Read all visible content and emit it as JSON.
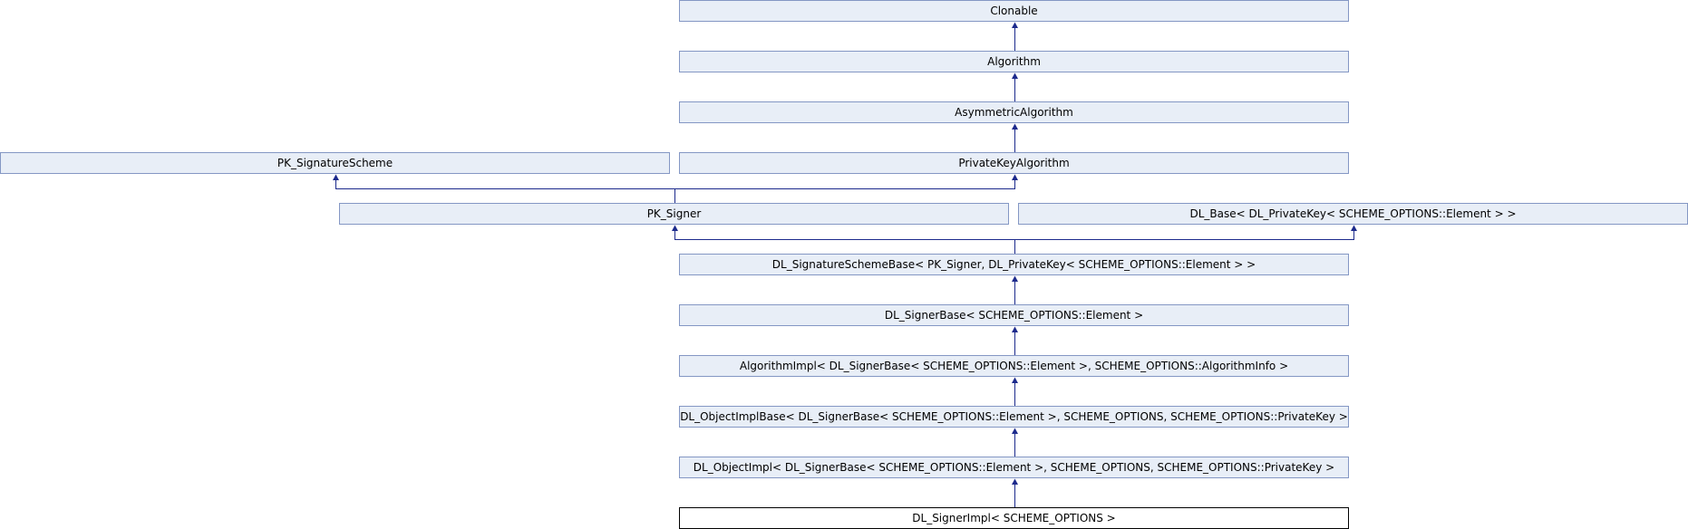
{
  "colors": {
    "node_fill": "#e8eef7",
    "node_border": "#8497c4",
    "edge": "#1c2a8c",
    "current_border": "#000000"
  },
  "nodes": {
    "clonable": {
      "label": "Clonable"
    },
    "algorithm": {
      "label": "Algorithm"
    },
    "asymmetric": {
      "label": "AsymmetricAlgorithm"
    },
    "pk_sigscheme": {
      "label": "PK_SignatureScheme"
    },
    "privkeyalg": {
      "label": "PrivateKeyAlgorithm"
    },
    "pk_signer": {
      "label": "PK_Signer"
    },
    "dl_base": {
      "label": "DL_Base< DL_PrivateKey< SCHEME_OPTIONS::Element > >"
    },
    "dl_sigschemebase": {
      "label": "DL_SignatureSchemeBase< PK_Signer, DL_PrivateKey< SCHEME_OPTIONS::Element > >"
    },
    "dl_signerbase": {
      "label": "DL_SignerBase< SCHEME_OPTIONS::Element >"
    },
    "algimpl": {
      "label": "AlgorithmImpl< DL_SignerBase< SCHEME_OPTIONS::Element >, SCHEME_OPTIONS::AlgorithmInfo >"
    },
    "dl_objimplbase": {
      "label": "DL_ObjectImplBase< DL_SignerBase< SCHEME_OPTIONS::Element >, SCHEME_OPTIONS, SCHEME_OPTIONS::PrivateKey >"
    },
    "dl_objimpl": {
      "label": "DL_ObjectImpl< DL_SignerBase< SCHEME_OPTIONS::Element >, SCHEME_OPTIONS, SCHEME_OPTIONS::PrivateKey >"
    },
    "dl_signerimpl": {
      "label": "DL_SignerImpl< SCHEME_OPTIONS >"
    }
  },
  "edges": [
    {
      "from": "algorithm",
      "to": "clonable"
    },
    {
      "from": "asymmetric",
      "to": "algorithm"
    },
    {
      "from": "privkeyalg",
      "to": "asymmetric"
    },
    {
      "from": "pk_signer",
      "to": "pk_sigscheme"
    },
    {
      "from": "pk_signer",
      "to": "privkeyalg"
    },
    {
      "from": "dl_sigschemebase",
      "to": "pk_signer"
    },
    {
      "from": "dl_sigschemebase",
      "to": "dl_base"
    },
    {
      "from": "dl_signerbase",
      "to": "dl_sigschemebase"
    },
    {
      "from": "algimpl",
      "to": "dl_signerbase"
    },
    {
      "from": "dl_objimplbase",
      "to": "algimpl"
    },
    {
      "from": "dl_objimpl",
      "to": "dl_objimplbase"
    },
    {
      "from": "dl_signerimpl",
      "to": "dl_objimpl"
    }
  ]
}
